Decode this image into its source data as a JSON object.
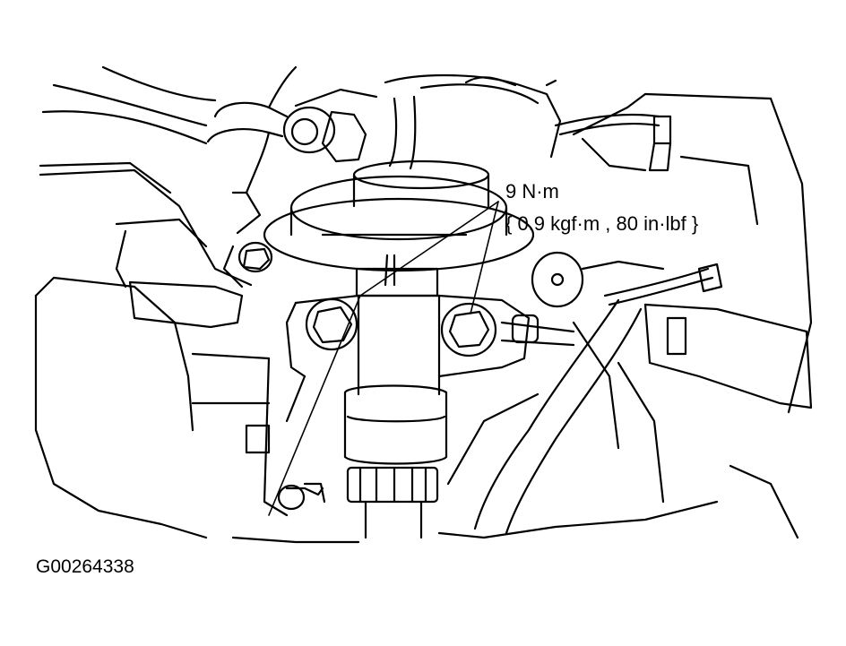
{
  "callout": {
    "torque_value": "9 N·m",
    "torque_conversion": "{ 0.9 kgf·m , 80 in·lbf }"
  },
  "figure_id": "G00264338",
  "colors": {
    "ink": "#000000",
    "paper": "#ffffff"
  }
}
